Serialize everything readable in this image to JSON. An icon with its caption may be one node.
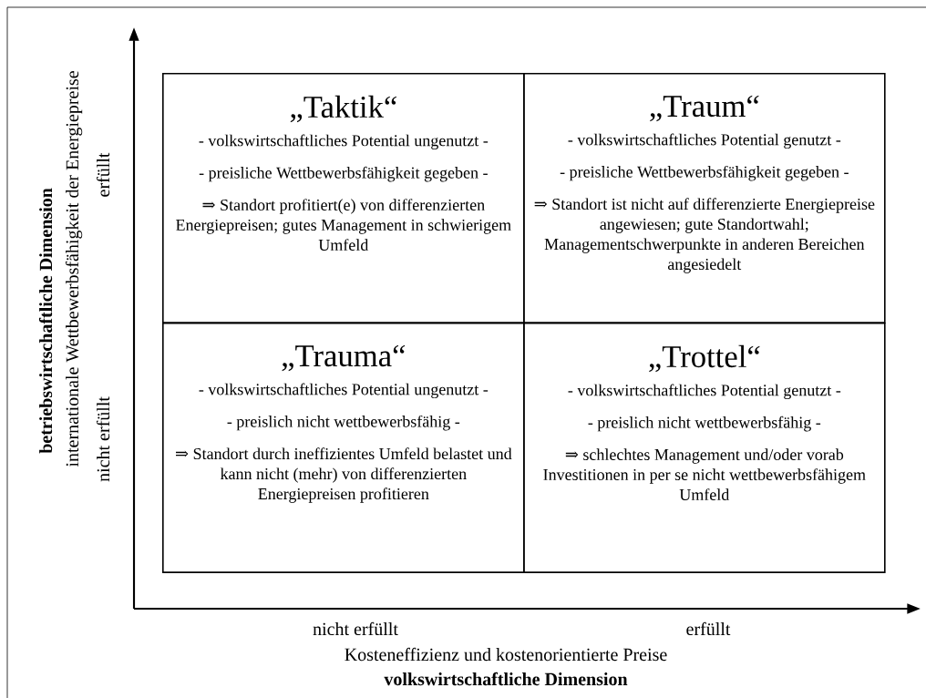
{
  "diagram": {
    "nodes": [
      {
        "text": [
          "„Taktik“",
          "- volkswirtschaftliches Potential ungenutzt -",
          "- preisliche Wettbewerbsfähigkeit gegeben -",
          "⇒ Standort profitiert(e) von differenzierten Energiepreisen; gutes Management in schwierigem Umfeld"
        ]
      },
      {
        "text": [
          "„Traum“",
          "- volkswirtschaftliches Potential genutzt -",
          "- preisliche Wettbewerbsfähigkeit gegeben -",
          "⇒ Standort ist nicht auf differenzierte Energiepreise angewiesen; gute Standortwahl; Managementschwerpunkte in anderen Bereichen angesiedelt"
        ]
      },
      {
        "text": [
          "„Trauma“",
          "- volkswirtschaftliches Potential ungenutzt -",
          "- preislich nicht wettbewerbsfähig -",
          "⇒ Standort durch ineffizientes Umfeld belastet und kann nicht (mehr) von differenzierten Energiepreisen profitieren"
        ]
      },
      {
        "text": [
          "„Trottel“",
          "- volkswirtschaftliches Potential genutzt -",
          "- preislich nicht wettbewerbsfähig -",
          "⇒ schlechtes Management und/oder vorab Investitionen in per se nicht wettbewerbsfähigem Umfeld"
        ]
      }
    ],
    "labels": [
      "betriebswirtschaftliche Dimension",
      "internationale Wettbewerbsfähigkeit der Energiepreise",
      "erfüllt",
      "nicht erfüllt",
      "nicht erfüllt",
      "erfüllt",
      "Kosteneffizienz und kostenorientierte Preise",
      "volkswirtschaftliche Dimension"
    ]
  }
}
